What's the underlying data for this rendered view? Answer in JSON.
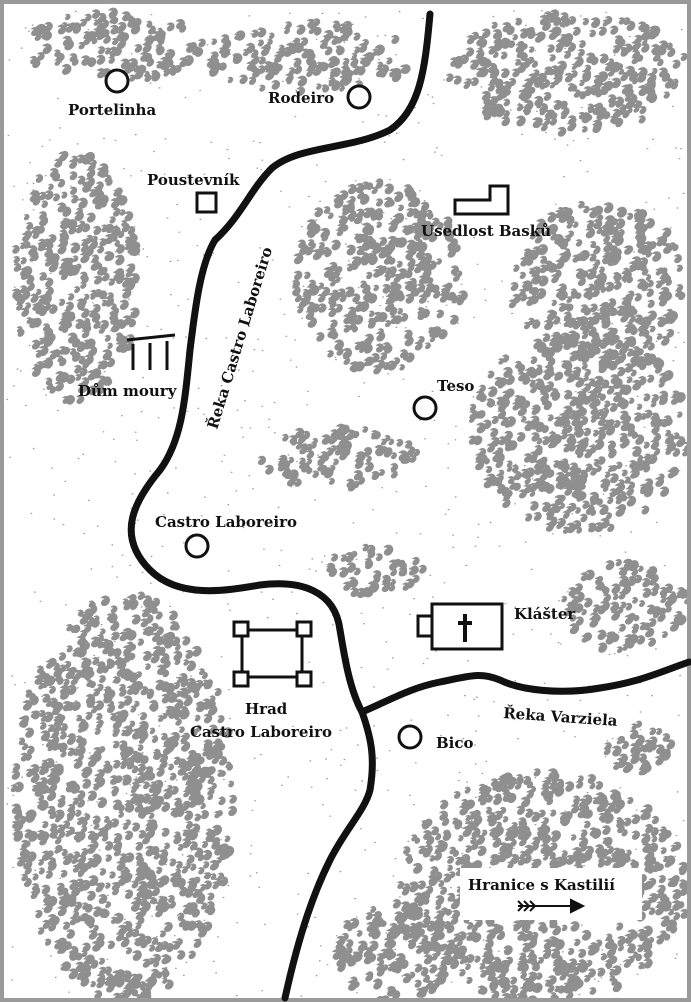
{
  "colors": {
    "forest": "#8f8f8f",
    "ink": "#111111",
    "paper": "#ffffff",
    "frame": "#9a9a9a"
  },
  "places": {
    "portelinha": "Portelinha",
    "rodeiro": "Rodeiro",
    "poustevnik": "Poustevník",
    "usedlost": "Usedlost Basků",
    "dum_moury": "Dům moury",
    "teso": "Teso",
    "castro": "Castro Laboreiro",
    "klaster": "Klášter",
    "hrad_line1": "Hrad",
    "hrad_line2": "Castro Laboreiro",
    "bico": "Bico"
  },
  "rivers": {
    "castro_laboreiro": "Řeka Castro Laboreiro",
    "varziela": "Řeka Varziela"
  },
  "border": {
    "label": "Hranice s Kastilií",
    "icon": "arrow-right-icon"
  },
  "icons": {
    "village": "circle-icon",
    "hermit": "square-icon",
    "farmstead": "building-outline-icon",
    "moorish_house": "ruin-columns-icon",
    "monastery": "church-cross-icon",
    "castle": "castle-fort-icon"
  }
}
